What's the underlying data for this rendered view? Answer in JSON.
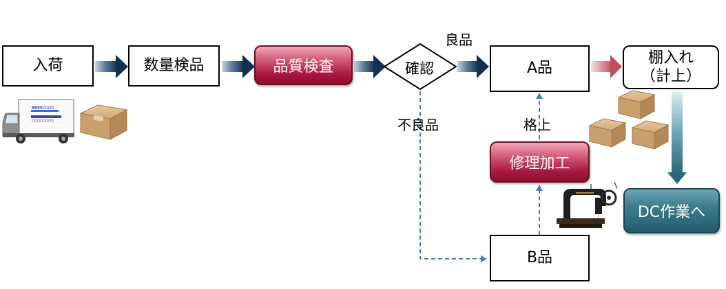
{
  "nodes": {
    "nyuka": "入荷",
    "suryo_kenpin": "数量検品",
    "hinshitsu_kensa": "品質検査",
    "kakunin": "確認",
    "a_hin": "A品",
    "tana_ire_line1": "棚入れ",
    "tana_ire_line2": "（計上）",
    "shuri_kako": "修理加工",
    "b_hin": "B品",
    "dc_sagyo": "DC作業へ"
  },
  "edge_labels": {
    "ryohin": "良品",
    "furyohin": "不良品",
    "kakuage": "格上"
  },
  "truck": {
    "panel_line1": "有限会社〇〇〇〇",
    "panel_line2": "〇〇〇〇〇〇〇〇"
  },
  "colors": {
    "dark_arrow": "#1f3a5c",
    "pink_arrow": "#c0505f",
    "teal_arrow": "#2f7383",
    "dashed_line": "#4a7ebb",
    "quality_box": "#a8183f",
    "dc_box": "#2a6677"
  },
  "icons": [
    "truck-icon",
    "cardboard-box-icon",
    "sewing-machine-icon"
  ]
}
